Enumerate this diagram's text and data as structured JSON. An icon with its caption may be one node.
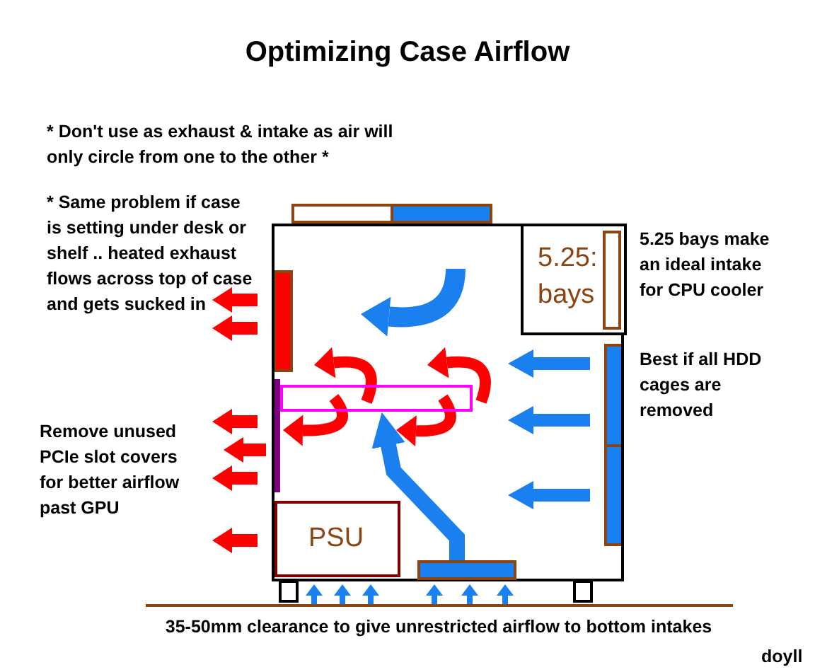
{
  "diagram": {
    "title": "Optimizing Case Airflow",
    "nodes": [
      {
        "text": [],
        "shape": "box"
      },
      {
        "text": [
          "5.25: bays"
        ],
        "in": 0
      },
      {
        "text": [
          "PSU"
        ],
        "in": 0
      },
      {
        "text": [],
        "shape": "box",
        "in": 0
      },
      {
        "text": [],
        "shape": "bar",
        "in": 0
      }
    ],
    "edges": [
      {
        "from": 4,
        "to": 3,
        "arrow": "to"
      }
    ],
    "labels": [
      "* Don't use as exhaust & intake as air will only circle from one to the other *",
      "* Same problem if case is setting under desk or shelf .. heated exhaust flows across top of case and gets sucked in",
      "5.25 bays make an ideal intake for CPU cooler",
      "Best if all HDD cages are removed",
      "Remove unused PCIe slot covers for better airflow past GPU",
      "35-50mm clearance to give unrestricted airflow to bottom intakes",
      "doyll"
    ]
  }
}
